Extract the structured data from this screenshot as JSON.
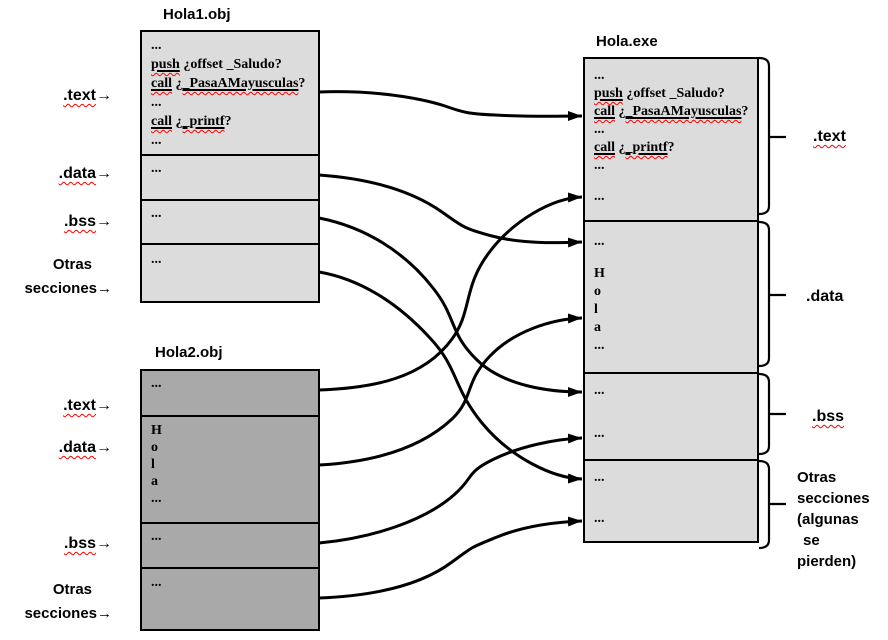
{
  "colors": {
    "box_light": "#dcdcdc",
    "box_dark": "#a9a9a9",
    "line": "#000000",
    "squiggle": "#ff0000"
  },
  "obj1": {
    "title": "Hola1.obj"
  },
  "obj2": {
    "title": "Hola2.obj"
  },
  "exe": {
    "title": "Hola.exe"
  },
  "code": {
    "ellipsis": "...",
    "push_kw": "push",
    "push_rest": " ¿offset _Saludo?",
    "call_kw": "call",
    "call1_mid": " ¿",
    "call1_sym": "_PasaAMayusculas",
    "call1_end": "?",
    "call2_mid": "  ¿",
    "call2_sym": "_printf",
    "call2_end": "?"
  },
  "hola": [
    "H",
    "o",
    "l",
    "a"
  ],
  "labels_left": {
    "arrow": "→",
    "text": ".text",
    "data": ".data",
    "bss": ".bss",
    "otras1": "Otras",
    "otras2": "secciones"
  },
  "labels_right": {
    "text": ".text",
    "data": ".data",
    "bss": ".bss",
    "otras": [
      "Otras",
      "secciones",
      "(algunas",
      "se",
      "pierden)"
    ]
  }
}
